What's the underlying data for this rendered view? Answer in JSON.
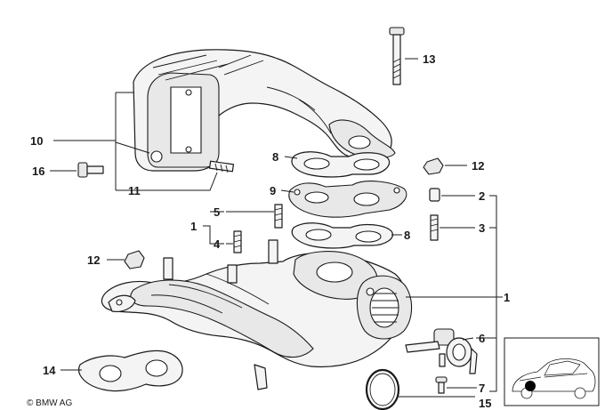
{
  "callouts": {
    "c13": "13",
    "c10": "10",
    "c16": "16",
    "c11": "11",
    "c8a": "8",
    "c9": "9",
    "c12a": "12",
    "c2": "2",
    "c3": "3",
    "c5": "5",
    "c1a": "1",
    "c4": "4",
    "c8b": "8",
    "c12b": "12",
    "c1b": "1",
    "c6": "6",
    "c14": "14",
    "c7": "7",
    "c15": "15"
  },
  "copyright": "© BMW AG",
  "colors": {
    "line": "#1a1a1a",
    "part_fill": "#f4f4f4",
    "background": "#ffffff"
  }
}
